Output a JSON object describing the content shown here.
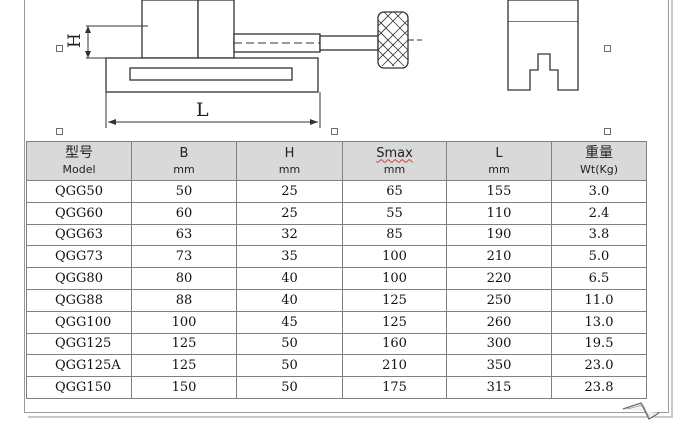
{
  "drawing": {
    "dimension_h_label": "H",
    "dimension_l_label": "L"
  },
  "table": {
    "headers": [
      {
        "top": "型号",
        "bottom": "Model",
        "cjk": true
      },
      {
        "top": "B",
        "bottom": "mm"
      },
      {
        "top": "H",
        "bottom": "mm"
      },
      {
        "top": "Smax",
        "bottom": "mm"
      },
      {
        "top": "L",
        "bottom": "mm"
      },
      {
        "top": "重量",
        "bottom": "Wt(Kg)",
        "cjk": true
      }
    ],
    "rows": [
      [
        "QGG50",
        "50",
        "25",
        "65",
        "155",
        "3.0"
      ],
      [
        "QGG60",
        "60",
        "25",
        "55",
        "110",
        "2.4"
      ],
      [
        "QGG63",
        "63",
        "32",
        "85",
        "190",
        "3.8"
      ],
      [
        "QGG73",
        "73",
        "35",
        "100",
        "210",
        "5.0"
      ],
      [
        "QGG80",
        "80",
        "40",
        "100",
        "220",
        "6.5"
      ],
      [
        "QGG88",
        "88",
        "40",
        "125",
        "250",
        "11.0"
      ],
      [
        "QGG100",
        "100",
        "45",
        "125",
        "260",
        "13.0"
      ],
      [
        "QGG125",
        "125",
        "50",
        "160",
        "300",
        "19.5"
      ],
      [
        "QGG125A",
        "125",
        "50",
        "210",
        "350",
        "23.0"
      ],
      [
        "QGG150",
        "150",
        "50",
        "175",
        "315",
        "23.8"
      ]
    ]
  }
}
